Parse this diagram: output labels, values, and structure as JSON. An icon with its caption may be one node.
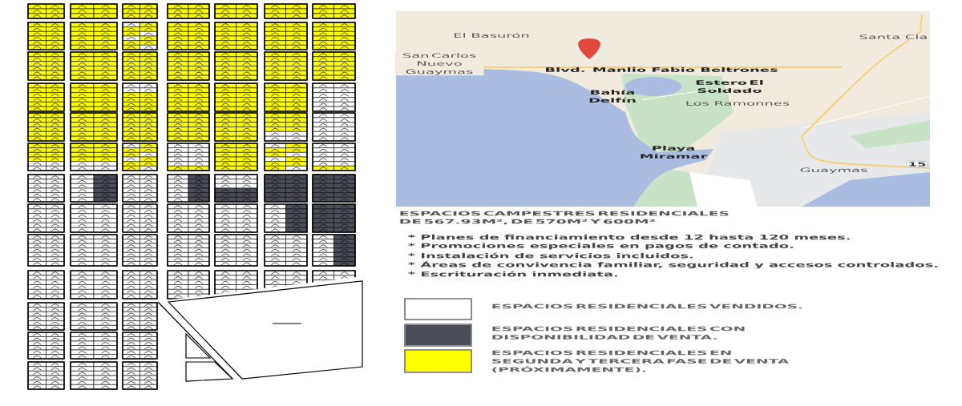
{
  "diagram": {
    "labels": [
      "El Basurón",
      "San Carlos Nuevo Guaymas",
      "Santa Cla",
      "Blvd. Manlio Fabio Beltrones",
      "Bahía Delfín",
      "Estero El Soldado",
      "Los Ramonnes",
      "Playa Miramar",
      "Guaymas",
      "15",
      "ESPACIOS CAMPESTRES RESIDENCIALES DE 567.93M², DE 570M² Y 600M²",
      "* Planes de financiamiento desde 12 hasta 120 meses.",
      "* Promociones especiales en pagos de contado.",
      "* Instalación de servicios incluidos.",
      "* Áreas de convivencia familiar, seguridad y accesos controlados.",
      "* Escrituración inmediata."
    ],
    "legend": [
      {
        "text": "ESPACIOS RESIDENCIALES VENDIDOS.",
        "color": "#ffffff"
      },
      {
        "text": "ESPACIOS RESIDENCIALES CON DISPONIBILIDAD DE VENTA.",
        "color": "#4b4e58"
      },
      {
        "text": "ESPACIOS RESIDENCIALES EN SEGUNDA Y TERCERA FASE DE VENTA (PRÓXIMAMENTE).",
        "color": "#ffff00"
      }
    ]
  }
}
